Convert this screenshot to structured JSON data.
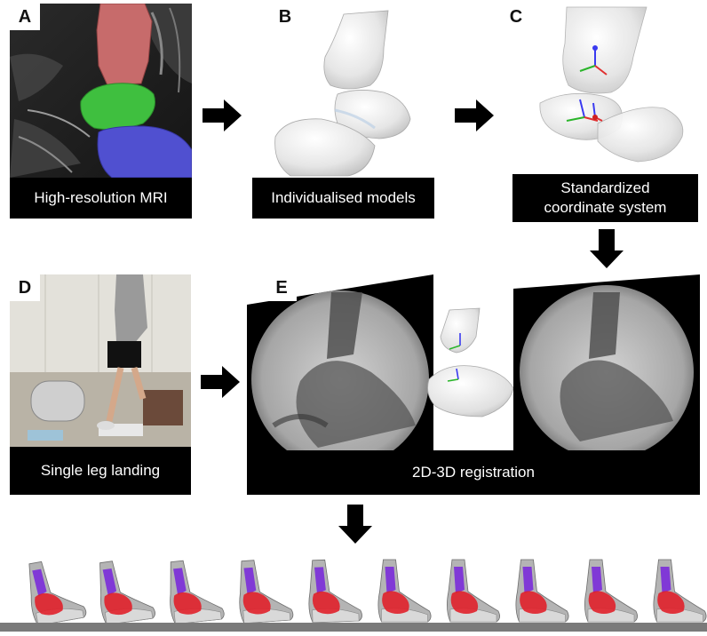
{
  "panels": {
    "a": {
      "letter": "A",
      "caption": "High-resolution MRI"
    },
    "b": {
      "letter": "B",
      "caption": "Individualised models"
    },
    "c": {
      "letter": "C",
      "caption": "Standardized\ncoordinate system"
    },
    "d": {
      "letter": "D",
      "caption": "Single leg landing"
    },
    "e": {
      "letter": "E",
      "caption": "2D-3D registration"
    }
  },
  "colors": {
    "tibia": "#c76b6b",
    "talus": "#3fbf3f",
    "calcaneus": "#5050d0",
    "caption_bg": "#000000",
    "arrow": "#000000",
    "ground": "#7a7a7a",
    "seq_tibia": "#7a2bd9",
    "seq_calc": "#e0202a"
  },
  "icons": {
    "flow_arrow": "right-arrow-icon",
    "down_arrow": "down-arrow-icon"
  },
  "sequence": {
    "frame_count": 10
  }
}
